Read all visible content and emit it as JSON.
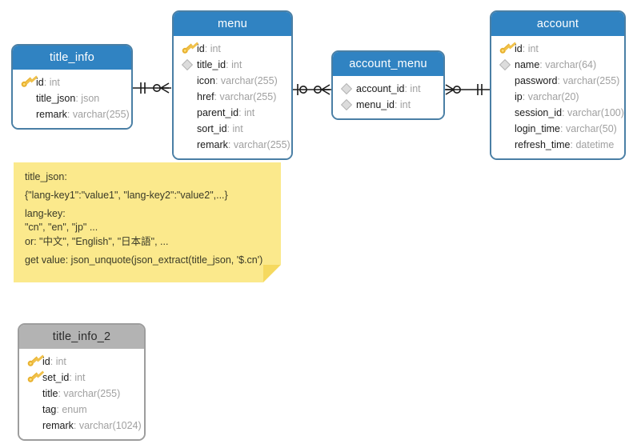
{
  "diagram": {
    "title": "Database ER diagram",
    "background": "#ffffff",
    "header_blue": "#3083c2",
    "header_gray": "#b3b3b3",
    "border_blue": "#4a7fa5",
    "note_yellow": "#fbe98c",
    "key_icon_color": "#f0c14b",
    "type_text_color": "#a0a0a0"
  },
  "entities": [
    {
      "name": "title_info",
      "header_style": "blue",
      "attributes": [
        {
          "icon": "key-icon",
          "name": "id",
          "type": "int"
        },
        {
          "icon": "none",
          "name": "title_json",
          "type": "json"
        },
        {
          "icon": "none",
          "name": "remark",
          "type": "varchar(255)"
        }
      ]
    },
    {
      "name": "menu",
      "header_style": "blue",
      "attributes": [
        {
          "icon": "key-icon",
          "name": "id",
          "type": "int"
        },
        {
          "icon": "diamond-icon",
          "name": "title_id",
          "type": "int"
        },
        {
          "icon": "none",
          "name": "icon",
          "type": "varchar(255)"
        },
        {
          "icon": "none",
          "name": "href",
          "type": "varchar(255)"
        },
        {
          "icon": "none",
          "name": "parent_id",
          "type": "int"
        },
        {
          "icon": "none",
          "name": "sort_id",
          "type": "int"
        },
        {
          "icon": "none",
          "name": "remark",
          "type": "varchar(255)"
        }
      ]
    },
    {
      "name": "account_menu",
      "header_style": "blue",
      "attributes": [
        {
          "icon": "diamond-icon",
          "name": "account_id",
          "type": "int"
        },
        {
          "icon": "diamond-icon",
          "name": "menu_id",
          "type": "int"
        }
      ]
    },
    {
      "name": "account",
      "header_style": "blue",
      "attributes": [
        {
          "icon": "key-icon",
          "name": "id",
          "type": "int"
        },
        {
          "icon": "diamond-icon",
          "name": "name",
          "type": "varchar(64)"
        },
        {
          "icon": "none",
          "name": "password",
          "type": "varchar(255)"
        },
        {
          "icon": "none",
          "name": "ip",
          "type": "varchar(20)"
        },
        {
          "icon": "none",
          "name": "session_id",
          "type": "varchar(100)"
        },
        {
          "icon": "none",
          "name": "login_time",
          "type": "varchar(50)"
        },
        {
          "icon": "none",
          "name": "refresh_time",
          "type": "datetime"
        }
      ]
    },
    {
      "name": "title_info_2",
      "header_style": "gray",
      "attributes": [
        {
          "icon": "key-icon",
          "name": "id",
          "type": "int"
        },
        {
          "icon": "key-icon",
          "name": "set_id",
          "type": "int"
        },
        {
          "icon": "none",
          "name": "title",
          "type": "varchar(255)"
        },
        {
          "icon": "none",
          "name": "tag",
          "type": "enum"
        },
        {
          "icon": "none",
          "name": "remark",
          "type": "varchar(1024)"
        }
      ]
    }
  ],
  "relationships": [
    {
      "from": "title_info",
      "to": "menu",
      "from_cardinality": "one-and-only-one",
      "to_cardinality": "zero-or-many"
    },
    {
      "from": "menu",
      "to": "account_menu",
      "from_cardinality": "zero-or-one",
      "to_cardinality": "zero-or-many"
    },
    {
      "from": "account_menu",
      "to": "account",
      "from_cardinality": "zero-or-many",
      "to_cardinality": "one-and-only-one"
    }
  ],
  "note": {
    "lines": [
      "title_json:",
      "{\"lang-key1\":\"value1\", \"lang-key2\":\"value2\",...}",
      "lang-key:",
      "\"cn\", \"en\", \"jp\" ...",
      "or: \"中文\", \"English\", \"日本語\", ...",
      "get value: json_unquote(json_extract(title_json, '$.cn')"
    ]
  }
}
